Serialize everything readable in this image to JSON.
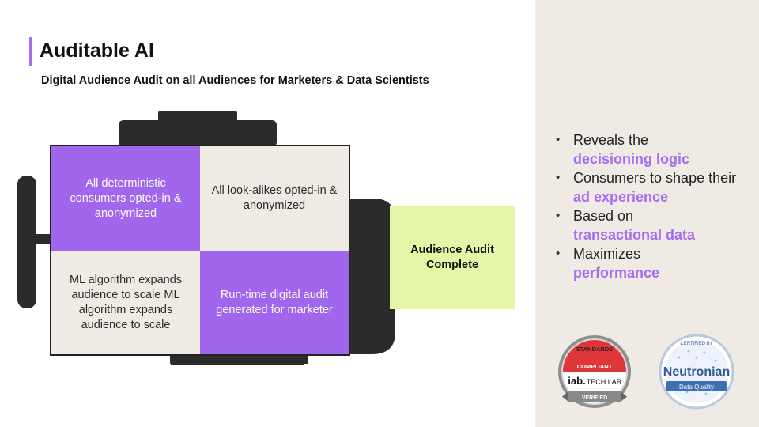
{
  "title": "Auditable AI",
  "subtitle": "Digital Audience Audit on all Audiences for Marketers & Data Scientists",
  "grid": {
    "top_left": "All deterministic consumers opted-in & anonymized",
    "top_right": "All look-alikes opted-in & anonymized",
    "bottom_left": "ML algorithm expands audience to scale ML algorithm expands audience to scale",
    "bottom_right": "Run-time digital audit generated for marketer"
  },
  "audit_box": "Audience Audit Complete",
  "bullets": [
    {
      "text": "Reveals the",
      "highlight": "decisioning logic"
    },
    {
      "text": "Consumers to shape their",
      "highlight": "ad experience"
    },
    {
      "text": "Based on",
      "highlight": "transactional data"
    },
    {
      "text": "Maximizes",
      "highlight": "performance"
    }
  ],
  "badges": {
    "iab": {
      "ring": "STANDARDS",
      "band": "COMPLIANT",
      "brand_bold": "iab.",
      "brand_rest": "TECH LAB",
      "ribbon": "VERIFIED"
    },
    "neutronian": {
      "arc": "CERTIFIED BY",
      "brand": "Neutronian",
      "ribbon": "Data Quality"
    }
  },
  "colors": {
    "accent": "#a66df0",
    "panel": "#efebe4",
    "audit_bg": "#e5f6a8",
    "engine": "#2b2b2b"
  }
}
